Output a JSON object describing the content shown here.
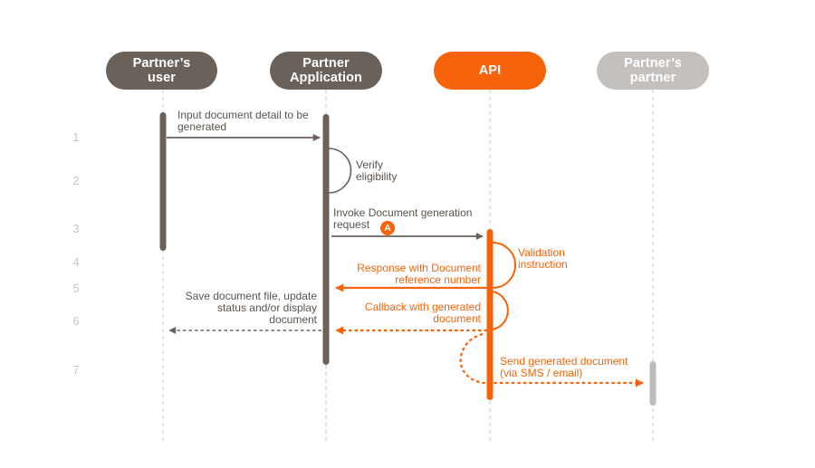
{
  "colors": {
    "actor_dark": "#6B615B",
    "actor_gray": "#C3C0BE",
    "accent_orange": "#F6630A",
    "text_dark": "#5A534D",
    "step_number_gray": "#C9C6C4",
    "lifeline_gray": "#D2CFCC"
  },
  "actors": [
    {
      "name": "partners-user",
      "label": "Partner’s\nuser"
    },
    {
      "name": "partner-application",
      "label": "Partner\nApplication"
    },
    {
      "name": "api",
      "label": "API"
    },
    {
      "name": "partners-partner",
      "label": "Partner’s\npartner"
    }
  ],
  "steps": [
    "1",
    "2",
    "3",
    "4",
    "5",
    "6",
    "7"
  ],
  "messages": {
    "input": {
      "text": "Input document detail to be\ngenerated"
    },
    "verify": {
      "text": "Verify\neligibility"
    },
    "invoke": {
      "text": "Invoke Document generation\nrequest",
      "badge": "A"
    },
    "validation": {
      "text": "Validation\ninstruction"
    },
    "response": {
      "text": "Response with Document\nreference number"
    },
    "callback": {
      "text": "Callback with generated\ndocument"
    },
    "save": {
      "text": "Save document file, update\nstatus and/or display\ndocument"
    },
    "send": {
      "text": "Send generated document\n(via SMS / email)"
    }
  }
}
